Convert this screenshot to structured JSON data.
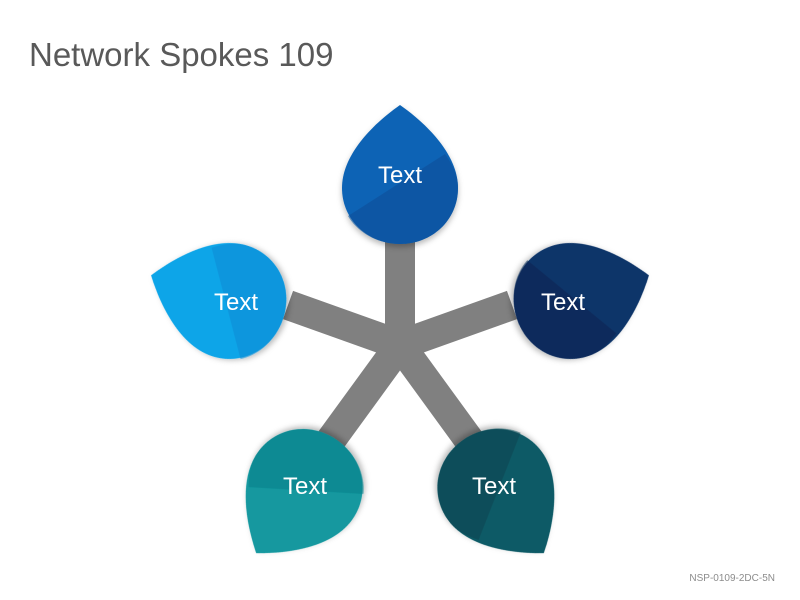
{
  "title": "Network Spokes 109",
  "footer_code": "NSP-0109-2DC-5N",
  "spoke_color": "#808080",
  "nodes": [
    {
      "id": "top",
      "label": "Text",
      "color": "#0d63b5",
      "dark": "#0a4f96"
    },
    {
      "id": "right",
      "label": "Text",
      "color": "#0d3469",
      "dark": "#0a2650"
    },
    {
      "id": "bottom-right",
      "label": "Text",
      "color": "#0b5a66",
      "dark": "#084650"
    },
    {
      "id": "bottom-left",
      "label": "Text",
      "color": "#12989f",
      "dark": "#0c7f88"
    },
    {
      "id": "left",
      "label": "Text",
      "color": "#10a5e8",
      "dark": "#0a8bd4"
    }
  ]
}
